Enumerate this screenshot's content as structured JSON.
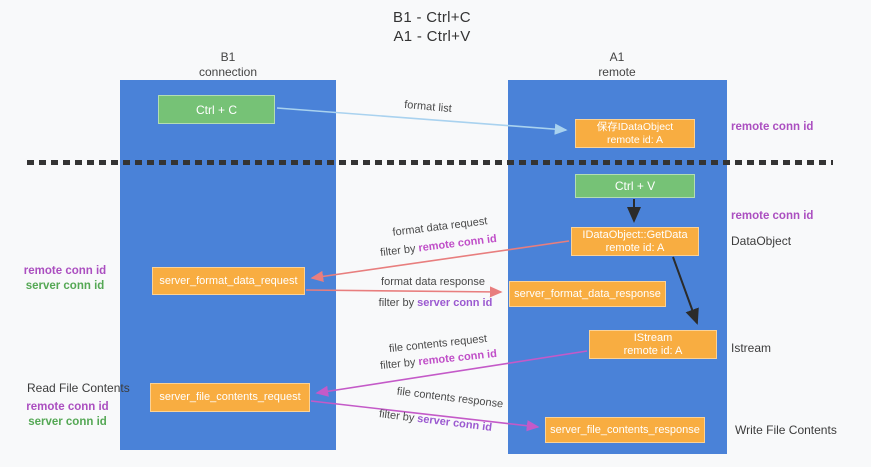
{
  "title": {
    "line1": "B1 - Ctrl+C",
    "line2": "A1 - Ctrl+V"
  },
  "columns": {
    "left": {
      "header_line1": "B1",
      "header_line2": "connection"
    },
    "right": {
      "header_line1": "A1",
      "header_line2": "remote"
    }
  },
  "nodes": {
    "ctrl_c": "Ctrl + C",
    "save_idataobject": {
      "line1": "保存IDataObject",
      "line2": "remote id: A"
    },
    "ctrl_v": "Ctrl + V",
    "getdata": {
      "line1": "IDataObject::GetData",
      "line2": "remote id: A"
    },
    "format_request": "server_format_data_request",
    "format_response": "server_format_data_response",
    "istream": {
      "line1": "IStream",
      "line2": "remote id: A"
    },
    "file_request": "server_file_contents_request",
    "file_response": "server_file_contents_response"
  },
  "flow_labels": {
    "format_list": "format list",
    "format_data_request": "format data request",
    "format_data_response": "format data response",
    "file_contents_request": "file contents request",
    "file_contents_response": "file contents response",
    "filter_by": "filter by",
    "remote_conn_id": "remote conn id",
    "server_conn_id": "server conn id"
  },
  "side_labels": {
    "remote_conn_id_top": "remote conn id",
    "remote_conn_id_mid": "remote conn id",
    "dataobject": "DataObject",
    "istream": "Istream",
    "write_file_contents": "Write File Contents",
    "read_file_contents": "Read File Contents",
    "left_remote_conn_id_1": "remote conn id",
    "left_server_conn_id_1": "server conn id",
    "left_remote_conn_id_2": "remote conn id",
    "left_server_conn_id_2": "server conn id"
  },
  "colors": {
    "lane_blue": "#4a82d8",
    "node_green": "#76c276",
    "node_orange": "#f8ad41",
    "arrow_light_blue": "#a9d2ef",
    "arrow_salmon": "#e87e7e",
    "arrow_magenta": "#c45ac8",
    "arrow_black": "#2b2b2b",
    "label_purple": "#ab4fc0",
    "label_magenta": "#c04fc8",
    "label_green": "#55a855",
    "background": "#f8f9fa"
  }
}
